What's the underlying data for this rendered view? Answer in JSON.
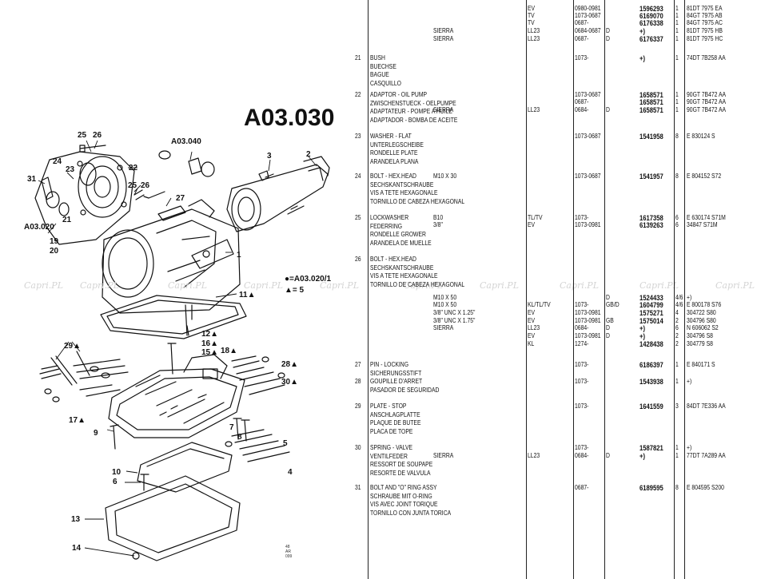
{
  "diagram": {
    "title": "A03.030",
    "callouts": [
      {
        "id": "25a",
        "text": "25"
      },
      {
        "id": "26a",
        "text": "26"
      },
      {
        "id": "a03040",
        "text": "A03.040"
      },
      {
        "id": "3",
        "text": "3"
      },
      {
        "id": "2",
        "text": "2"
      },
      {
        "id": "22",
        "text": "22"
      },
      {
        "id": "24",
        "text": "24"
      },
      {
        "id": "23",
        "text": "23"
      },
      {
        "id": "31",
        "text": "31"
      },
      {
        "id": "21",
        "text": "21"
      },
      {
        "id": "25b",
        "text": "25"
      },
      {
        "id": "26b",
        "text": "26"
      },
      {
        "id": "27",
        "text": "27"
      },
      {
        "id": "a03020",
        "text": "A03.020"
      },
      {
        "id": "19",
        "text": "19"
      },
      {
        "id": "20",
        "text": "20"
      },
      {
        "id": "1",
        "text": "1"
      },
      {
        "id": "11",
        "text": "11▲"
      },
      {
        "id": "12",
        "text": "12▲"
      },
      {
        "id": "16",
        "text": "16▲"
      },
      {
        "id": "15",
        "text": "15▲"
      },
      {
        "id": "18",
        "text": "18▲"
      },
      {
        "id": "29",
        "text": "29▲"
      },
      {
        "id": "28",
        "text": "28▲"
      },
      {
        "id": "30",
        "text": "30▲"
      },
      {
        "id": "17",
        "text": "17▲"
      },
      {
        "id": "9",
        "text": "9"
      },
      {
        "id": "7",
        "text": "7"
      },
      {
        "id": "8",
        "text": "8"
      },
      {
        "id": "5",
        "text": "5"
      },
      {
        "id": "4",
        "text": "4"
      },
      {
        "id": "10",
        "text": "10"
      },
      {
        "id": "6",
        "text": "6"
      },
      {
        "id": "13",
        "text": "13"
      },
      {
        "id": "14",
        "text": "14"
      }
    ],
    "legend": [
      "●=A03.020/1",
      "▲= 5"
    ],
    "watermark": "Capri.PL",
    "small_mark": [
      "48",
      "AR",
      "099"
    ]
  },
  "table": {
    "rows": [
      {
        "no": "",
        "desc": [],
        "spec": "",
        "model": "",
        "engine": "EV",
        "date": "0980-0981",
        "gb": "",
        "pn": "1596293",
        "qty": "1",
        "ref": "81DT 7975 EA"
      },
      {
        "no": "",
        "desc": [],
        "spec": "",
        "model": "",
        "engine": "TV",
        "date": "1073-0687",
        "gb": "",
        "pn": "6169070",
        "qty": "1",
        "ref": "84GT 7975 AB"
      },
      {
        "no": "",
        "desc": [],
        "spec": "",
        "model": "",
        "engine": "TV",
        "date": "0687-",
        "gb": "",
        "pn": "6176338",
        "qty": "1",
        "ref": "84GT 7975 AC"
      },
      {
        "no": "",
        "desc": [],
        "spec": "SIERRA",
        "model": "",
        "engine": "LL23",
        "date": "0684-0687",
        "gb": "D",
        "pn": "+)",
        "qty": "1",
        "ref": "81DT 7975 HB"
      },
      {
        "no": "",
        "desc": [],
        "spec": "SIERRA",
        "model": "",
        "engine": "LL23",
        "date": "0687-",
        "gb": "D",
        "pn": "6176337",
        "qty": "1",
        "ref": "81DT 7975 HC"
      },
      {
        "no": "21",
        "desc": [
          "BUSH",
          "BUECHSE",
          "BAGUE",
          "CASQUILLO"
        ],
        "spec": "",
        "model": "",
        "engine": "",
        "date": "1073-",
        "gb": "",
        "pn": "+)",
        "qty": "1",
        "ref": "74DT 7B258 AA"
      },
      {
        "no": "22",
        "desc": [
          "ADAPTOR - OIL PUMP",
          "ZWISCHENSTUECK - OELPUMPE",
          "ADAPTATEUR - POMPE A HUILE",
          "ADAPTADOR - BOMBA DE ACEITE"
        ],
        "spec": "",
        "model": "",
        "engine": "",
        "date": "1073-0687",
        "gb": "",
        "pn": "1658571",
        "qty": "1",
        "ref": "90GT 7B472 AA"
      },
      {
        "no": "",
        "desc": [],
        "spec": "",
        "model": "",
        "engine": "",
        "date": "0687-",
        "gb": "",
        "pn": "1658571",
        "qty": "1",
        "ref": "90GT 7B472 AA"
      },
      {
        "no": "",
        "desc": [],
        "spec": "SIERRA",
        "model": "",
        "engine": "LL23",
        "date": "0684-",
        "gb": "D",
        "pn": "1658571",
        "qty": "1",
        "ref": "90GT 7B472 AA"
      },
      {
        "no": "23",
        "desc": [
          "WASHER - FLAT",
          "UNTERLEGSCHEIBE",
          "RONDELLE PLATE",
          "ARANDELA PLANA"
        ],
        "spec": "",
        "model": "",
        "engine": "",
        "date": "1073-0687",
        "gb": "",
        "pn": "1541958",
        "qty": "8",
        "ref": "E 830124 S"
      },
      {
        "no": "24",
        "desc": [
          "BOLT - HEX.HEAD",
          "SECHSKANTSCHRAUBE",
          "VIS A TETE HEXAGONALE",
          "TORNILLO DE CABEZA HEXAGONAL"
        ],
        "spec": "M10 X 30",
        "model": "",
        "engine": "",
        "date": "1073-0687",
        "gb": "",
        "pn": "1541957",
        "qty": "8",
        "ref": "E 804152 S72"
      },
      {
        "no": "25",
        "desc": [
          "LOCKWASHER",
          "FEDERRING",
          "RONDELLE GROWER",
          "ARANDELA DE MUELLE"
        ],
        "spec": "B10",
        "model": "",
        "engine": "TL/TV",
        "date": "1073-",
        "gb": "",
        "pn": "1617358",
        "qty": "6",
        "ref": "E 630174 S71M"
      },
      {
        "no": "",
        "desc": [],
        "spec": "3/8\"",
        "model": "",
        "engine": "EV",
        "date": "1073-0981",
        "gb": "",
        "pn": "6139263",
        "qty": "6",
        "ref": "34847 S71M"
      },
      {
        "no": "26",
        "desc": [
          "BOLT - HEX.HEAD",
          "SECHSKANTSCHRAUBE",
          "VIS A TETE HEXAGONALE",
          "TORNILLO DE CABEZA HEXAGONAL"
        ],
        "spec": "",
        "model": "",
        "engine": "",
        "date": "",
        "gb": "",
        "pn": "",
        "qty": "",
        "ref": ""
      },
      {
        "no": "",
        "desc": [],
        "spec": "M10 X 50",
        "model": "",
        "engine": "",
        "date": "",
        "gb": "D",
        "pn": "1524433",
        "qty": "4/6",
        "ref": "+)"
      },
      {
        "no": "",
        "desc": [],
        "spec": "M10 X 50",
        "model": "",
        "engine": "KL/TL/TV",
        "date": "1073-",
        "gb": "GB/D",
        "pn": "1604799",
        "qty": "4/6",
        "ref": "E 800178 S76"
      },
      {
        "no": "",
        "desc": [],
        "spec": "3/8\" UNC X 1.25\"",
        "model": "",
        "engine": "EV",
        "date": "1073-0981",
        "gb": "",
        "pn": "1575271",
        "qty": "4",
        "ref": "304722 S80"
      },
      {
        "no": "",
        "desc": [],
        "spec": "3/8\" UNC X 1.75\"",
        "model": "",
        "engine": "EV",
        "date": "1073-0981",
        "gb": "GB",
        "pn": "1575014",
        "qty": "2",
        "ref": "304796 S80"
      },
      {
        "no": "",
        "desc": [],
        "spec": "SIERRA",
        "model": "",
        "engine": "LL23",
        "date": "0684-",
        "gb": "D",
        "pn": "+)",
        "qty": "6",
        "ref": "N 606062 S2"
      },
      {
        "no": "",
        "desc": [],
        "spec": "",
        "model": "",
        "engine": "EV",
        "date": "1073-0981",
        "gb": "D",
        "pn": "+)",
        "qty": "2",
        "ref": "304796 S8"
      },
      {
        "no": "",
        "desc": [],
        "spec": "",
        "model": "",
        "engine": "KL",
        "date": "1274-",
        "gb": "",
        "pn": "1428438",
        "qty": "2",
        "ref": "304779 S8"
      },
      {
        "no": "27",
        "desc": [
          "PIN - LOCKING",
          "SICHERUNGSSTIFT",
          "GOUPILLE D'ARRET",
          "PASADOR DE SEGURIDAD"
        ],
        "spec": "",
        "model": "",
        "engine": "",
        "date": "1073-",
        "gb": "",
        "pn": "6186397",
        "qty": "1",
        "ref": "E 840171 S"
      },
      {
        "no": "28",
        "desc": [],
        "spec": "",
        "model": "",
        "engine": "",
        "date": "1073-",
        "gb": "",
        "pn": "1543938",
        "qty": "1",
        "ref": "+)"
      },
      {
        "no": "29",
        "desc": [
          "PLATE - STOP",
          "ANSCHLAGPLATTE",
          "PLAQUE DE BUTEE",
          "PLACA DE TOPE"
        ],
        "spec": "",
        "model": "",
        "engine": "",
        "date": "1073-",
        "gb": "",
        "pn": "1641559",
        "qty": "3",
        "ref": "84DT 7E336 AA"
      },
      {
        "no": "30",
        "desc": [
          "SPRING - VALVE",
          "VENTILFEDER",
          "RESSORT DE SOUPAPE",
          "RESORTE DE VALVULA"
        ],
        "spec": "",
        "model": "",
        "engine": "",
        "date": "1073-",
        "gb": "",
        "pn": "1587821",
        "qty": "1",
        "ref": "+)"
      },
      {
        "no": "",
        "desc": [],
        "spec": "SIERRA",
        "model": "",
        "engine": "LL23",
        "date": "0684-",
        "gb": "D",
        "pn": "+)",
        "qty": "1",
        "ref": "77DT 7A289 AA"
      },
      {
        "no": "31",
        "desc": [
          "BOLT AND \"O\" RING ASSY",
          "SCHRAUBE MIT O-RING",
          "VIS AVEC JOINT TORIQUE",
          "TORNILLO CON JUNTA TORICA"
        ],
        "spec": "",
        "model": "",
        "engine": "",
        "date": "0687-",
        "gb": "",
        "pn": "6189595",
        "qty": "8",
        "ref": "E 804595 S200"
      }
    ]
  }
}
